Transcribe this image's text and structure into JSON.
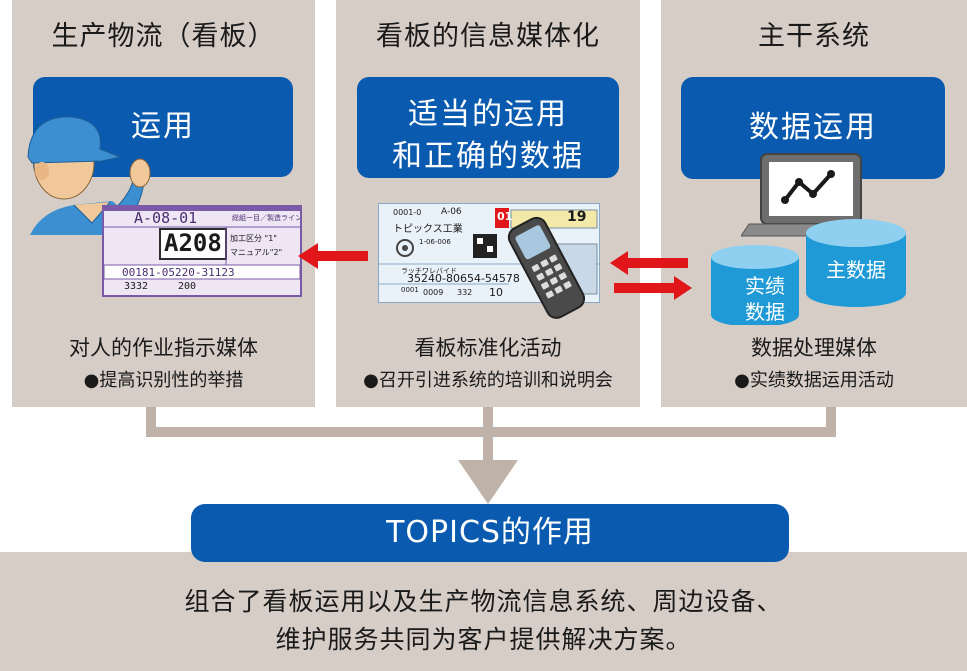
{
  "panels": [
    {
      "title": "生产物流（看板）",
      "box": [
        "运用"
      ],
      "caption": "对人的作业指示媒体",
      "sub": "●提高识别性的举措",
      "kanban": {
        "code": "A-08-01",
        "big": "A208",
        "line1": "加工区分 \"1\"",
        "line2": "マニュアル\"2\"",
        "number": "00181-05220-31123",
        "qty": "3332",
        "qty2": "200",
        "header": "総組ー目／製造ライン"
      }
    },
    {
      "title": "看板的信息媒体化",
      "box": [
        "适当的运用",
        "和正确的数据"
      ],
      "caption": "看板标准化活动",
      "sub": "●召开引进系统的培训和说明会",
      "kanban": {
        "top_code": "0001-0",
        "loc": "A-06",
        "company": "トピックス工業",
        "num1": "01",
        "num2": "19",
        "sub_code": "1-06-006",
        "name": "ラッチワレバイド",
        "part": "35240-80654-54578",
        "c1": "0001",
        "c2": "0009",
        "c3": "332",
        "c4": "10"
      }
    },
    {
      "title": "主干系统",
      "box": [
        "数据运用"
      ],
      "caption": "数据处理媒体",
      "sub": "●实绩数据运用活动",
      "db_left": [
        "实绩",
        "数据"
      ],
      "db_right": "主数据"
    }
  ],
  "topics_label": "TOPICS的作用",
  "bottom_lines": [
    "组合了看板运用以及生产物流信息系统、周边设备、",
    "维护服务共同为客户提供解决方案。"
  ],
  "colors": {
    "panel_bg": "#d6cdc6",
    "blue": "#0a5bb0",
    "arrow_red": "#e0161a",
    "connector": "#bfb3a9"
  }
}
